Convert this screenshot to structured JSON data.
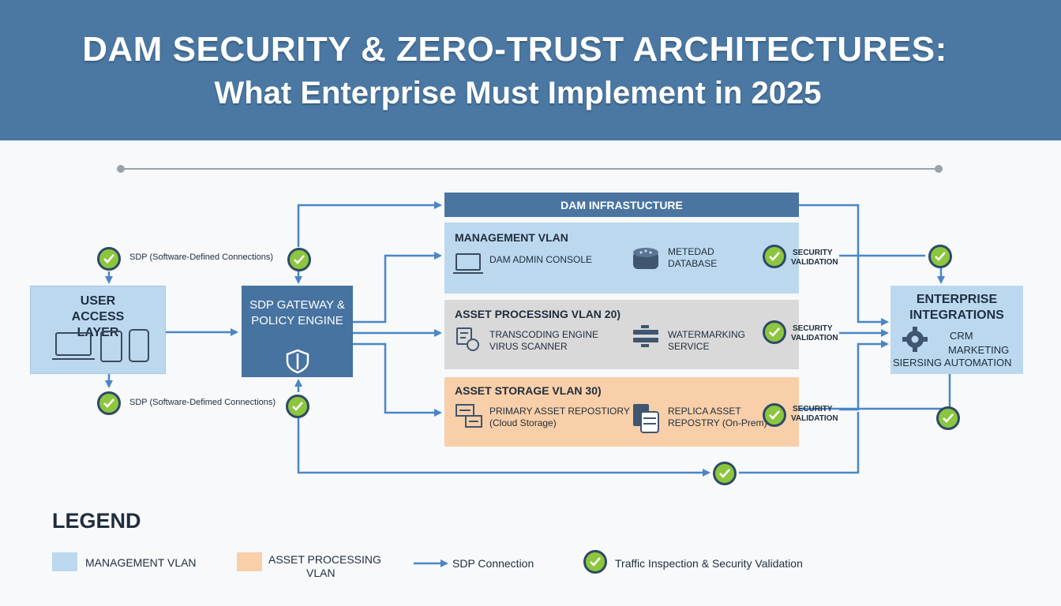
{
  "header": {
    "title_line1": "DAM SECURITY & ZERO-TRUST ARCHITECTURES:",
    "title_line2": "What Enterprise  Must Implement in 2025"
  },
  "user_access": {
    "title": "USER ACCESS LAYER"
  },
  "sdp_notes": {
    "top": "SDP (Software-Defined Connections)",
    "bottom": "SDP (Software-Defimed Connections)"
  },
  "sdp_gateway": {
    "title": "SDP GATEWAY & POLICY ENGINE"
  },
  "dam": {
    "header": "DAM INFRASTUCTURE",
    "management": {
      "title": "MANAGEMENT VLAN",
      "item1": "DAM ADMIN CONSOLE",
      "item2_line1": "METEDAD",
      "item2_line2": "DATABASE"
    },
    "processing": {
      "title": "ASSET PROCESSING VLAN 20)",
      "item1_line1": "TRANSCODING ENGINE",
      "item1_line2": "VIRUS SCANNER",
      "item2_line1": "WATERMARKING",
      "item2_line2": "SERVICE"
    },
    "storage": {
      "title": "ASSET STORAGE VLAN 30)",
      "item1_line1": "PRIMARY ASSET REPOSTIORY",
      "item1_line2": "(Cloud Storage)",
      "item2_line1": "REPLICA ASSET",
      "item2_line2": "REPOSTRY (On-Prem)"
    },
    "security_line1": "SECURITY",
    "security_line2": "VALIDATION"
  },
  "enterprise": {
    "title": "ENTERPRISE INTEGRATIONS",
    "crm": "CRM",
    "marketing": "MARKETING",
    "automation": "SIERSING AUTOMATION"
  },
  "legend": {
    "title": "LEGEND",
    "mgmt": "MANAGEMENT VLAN",
    "proc_line1": "ASSET PROCESSING",
    "proc_line2": "VLAN",
    "sdp": "SDP Connection",
    "inspection": "Traffic Inspection & Security Validation"
  },
  "colors": {
    "banner": "#4a78a3",
    "management_vlan": "#bcd8ee",
    "processing_vlan": "#d9d9d9",
    "storage_vlan": "#f8cfa8",
    "connector": "#4a86c5",
    "check_fill": "#8cc63f"
  },
  "icons": [
    "laptop-icon",
    "tablet-icon",
    "phone-icon",
    "shield-icon",
    "monitor-icon",
    "database-icon",
    "transcode-icon",
    "watermark-icon",
    "storage-icon",
    "server-icon",
    "gear-icon",
    "check-icon",
    "arrow-icon"
  ]
}
